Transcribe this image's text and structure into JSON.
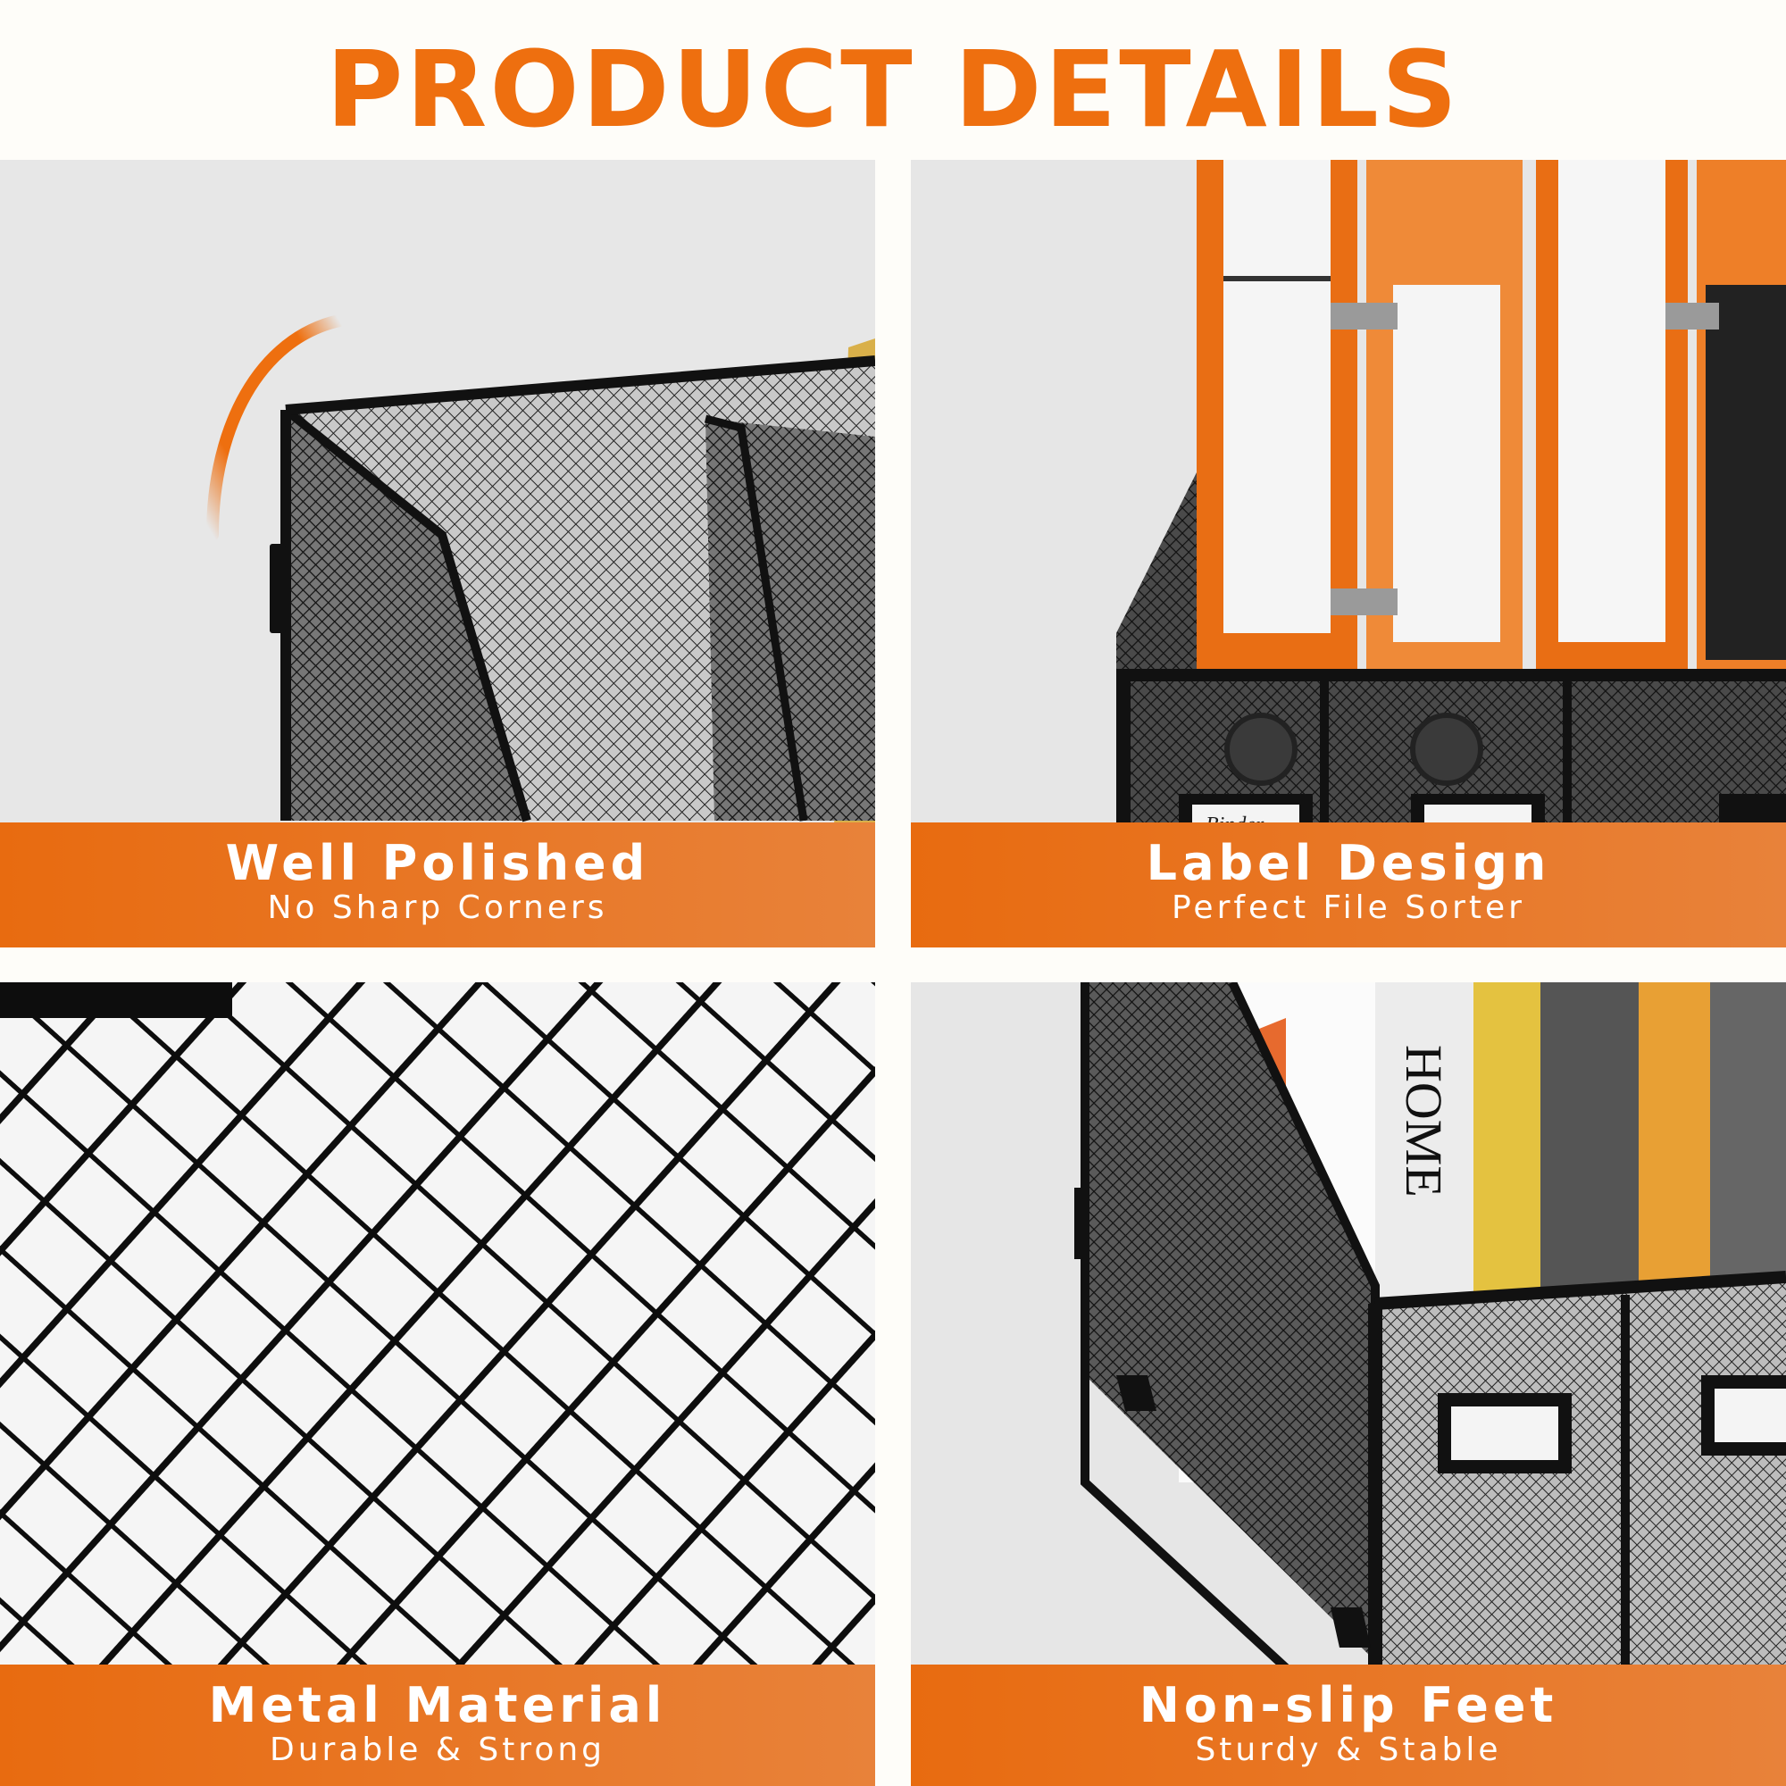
{
  "header": {
    "title": "PRODUCT DETAILS"
  },
  "colors": {
    "accent": "#ee6f0f",
    "band_start": "#e86b10",
    "band_end": "#e8823a",
    "panel_bg": "#e6e6e6",
    "mesh": "#111111"
  },
  "panels": [
    {
      "heading": "Well Polished",
      "subheading": "No Sharp Corners",
      "image": "mesh-file-holder-corner-closeup"
    },
    {
      "heading": "Label Design",
      "subheading": "Perfect File Sorter",
      "image": "orange-binders-in-mesh-sorter",
      "binder_label": "Binder"
    },
    {
      "heading": "Metal Material",
      "subheading": "Durable & Strong",
      "image": "metal-mesh-closeup"
    },
    {
      "heading": "Non-slip Feet",
      "subheading": "Sturdy & Stable",
      "image": "mesh-file-holder-with-magazines",
      "magazine_text": "HOME"
    }
  ]
}
